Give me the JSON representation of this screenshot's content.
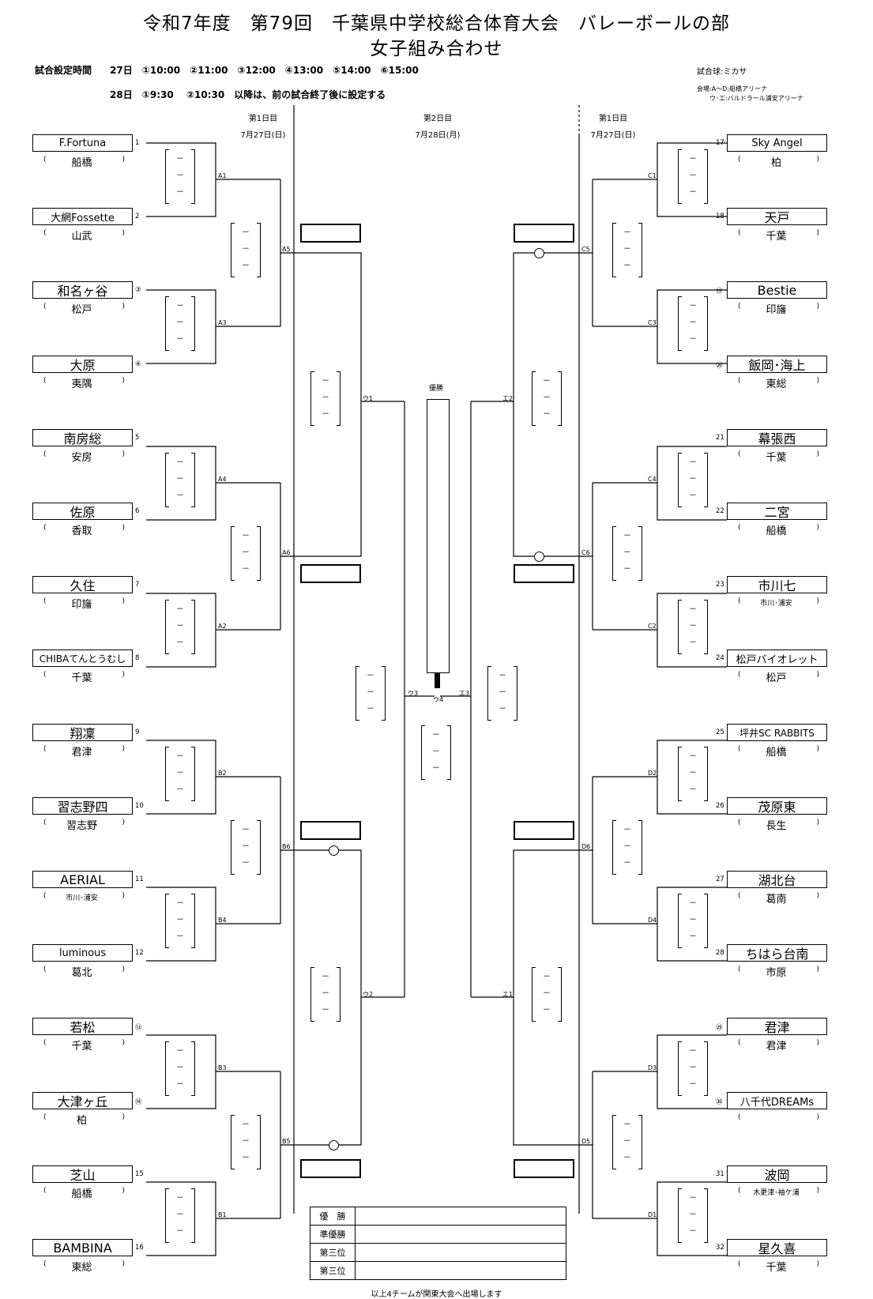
{
  "title": {
    "line1": "令和7年度　第79回　千葉県中学校総合体育大会　バレーボールの部",
    "line2": "女子組み合わせ"
  },
  "schedule": {
    "label": "試合設定時間",
    "day27": "27日　①10:00　②11:00　③12:00　④13:00　⑤14:00　⑥15:00",
    "day28": "28日　①9:30　 ②10:30　以降は、前の試合終了後に設定する"
  },
  "info": {
    "ball": "試合球:ミカサ",
    "venue1": "会場:A～D:船橋アリーナ",
    "venue2": "ウ･エ:バルドラール浦安アリーナ"
  },
  "days": {
    "left": {
      "label": "第1日目",
      "date": "7月27日(日)"
    },
    "center": {
      "label": "第2日目",
      "date": "7月28日(月)"
    },
    "right": {
      "label": "第1日目",
      "date": "7月27日(日)"
    }
  },
  "teams_left": [
    {
      "seed": "1",
      "name": "F.Fortuna",
      "region": "船橋"
    },
    {
      "seed": "2",
      "name": "大網Fossette",
      "region": "山武"
    },
    {
      "seed": "③",
      "name": "和名ヶ谷",
      "region": "松戸"
    },
    {
      "seed": "④",
      "name": "大原",
      "region": "夷隅"
    },
    {
      "seed": "5",
      "name": "南房総",
      "region": "安房"
    },
    {
      "seed": "6",
      "name": "佐原",
      "region": "香取"
    },
    {
      "seed": "7",
      "name": "久住",
      "region": "印旛"
    },
    {
      "seed": "8",
      "name": "CHIBAてんとうむし",
      "region": "千葉"
    },
    {
      "seed": "9",
      "name": "翔凜",
      "region": "君津"
    },
    {
      "seed": "10",
      "name": "習志野四",
      "region": "習志野"
    },
    {
      "seed": "11",
      "name": "AERIAL",
      "region": "市川･浦安"
    },
    {
      "seed": "12",
      "name": "luminous",
      "region": "葛北"
    },
    {
      "seed": "⑬",
      "name": "若松",
      "region": "千葉"
    },
    {
      "seed": "⑭",
      "name": "大津ヶ丘",
      "region": "柏"
    },
    {
      "seed": "15",
      "name": "芝山",
      "region": "船橋"
    },
    {
      "seed": "16",
      "name": "BAMBINA",
      "region": "東総"
    }
  ],
  "teams_right": [
    {
      "seed": "17",
      "name": "Sky Angel",
      "region": "柏"
    },
    {
      "seed": "18",
      "name": "天戸",
      "region": "千葉"
    },
    {
      "seed": "⑲",
      "name": "Bestie",
      "region": "印旛"
    },
    {
      "seed": "⑳",
      "name": "飯岡･海上",
      "region": "東総"
    },
    {
      "seed": "21",
      "name": "幕張西",
      "region": "千葉"
    },
    {
      "seed": "22",
      "name": "二宮",
      "region": "船橋"
    },
    {
      "seed": "23",
      "name": "市川七",
      "region": "市川･浦安"
    },
    {
      "seed": "24",
      "name": "松戸バイオレット",
      "region": "松戸"
    },
    {
      "seed": "25",
      "name": "坪井SC RABBITS",
      "region": "船橋"
    },
    {
      "seed": "26",
      "name": "茂原東",
      "region": "長生"
    },
    {
      "seed": "27",
      "name": "湖北台",
      "region": "葛南"
    },
    {
      "seed": "28",
      "name": "ちはら台南",
      "region": "市原"
    },
    {
      "seed": "㉙",
      "name": "君津",
      "region": "君津"
    },
    {
      "seed": "㉚",
      "name": "八千代DREAMs",
      "region": ""
    },
    {
      "seed": "31",
      "name": "波岡",
      "region": "木更津･袖ケ浦"
    },
    {
      "seed": "32",
      "name": "星久喜",
      "region": "千葉"
    }
  ],
  "paren": {
    "open": "(",
    "close": ")"
  },
  "match_labels": {
    "A1": "A1",
    "A3": "A3",
    "A4": "A4",
    "A2": "A2",
    "A5": "A5",
    "A6": "A6",
    "B2": "B2",
    "B4": "B4",
    "B3": "B3",
    "B1": "B1",
    "B6": "B6",
    "B5": "B5",
    "C1": "C1",
    "C3": "C3",
    "C4": "C4",
    "C2": "C2",
    "C5": "C5",
    "C6": "C6",
    "D2": "D2",
    "D4": "D4",
    "D3": "D3",
    "D1": "D1",
    "D6": "D6",
    "D5": "D5",
    "U1": "ウ1",
    "U2": "ウ2",
    "U3": "ウ3",
    "U4": "ウ4",
    "E2": "エ2",
    "E1": "エ1",
    "E3": "エ3"
  },
  "score_dash": "－",
  "champion_label": "優勝",
  "results": [
    {
      "label": "優　勝",
      "value": ""
    },
    {
      "label": "準優勝",
      "value": ""
    },
    {
      "label": "第三位",
      "value": ""
    },
    {
      "label": "第三位",
      "value": ""
    }
  ],
  "footer": "以上4チームが関東大会へ出場します"
}
